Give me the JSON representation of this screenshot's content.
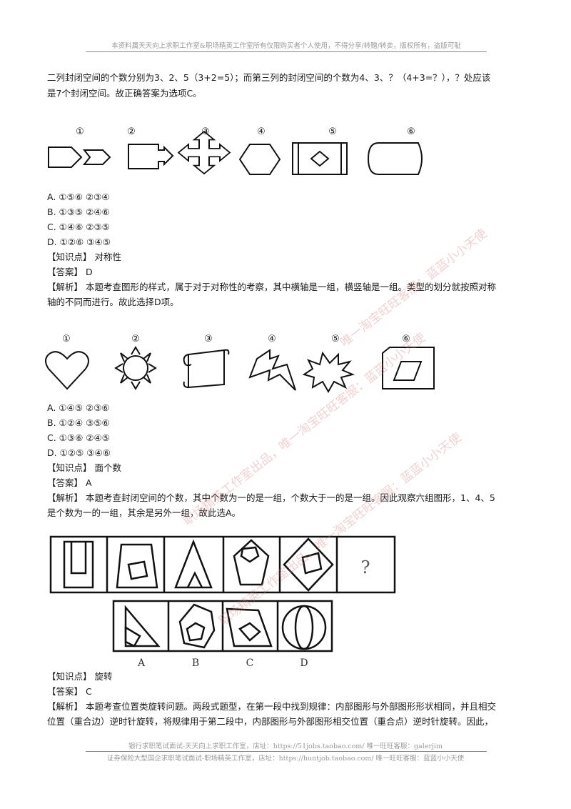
{
  "header": {
    "notice": "本资料属天天向上求职工作室&职场精英工作室所有仅限购买者个人使用，不得分享/转赠/转卖，版权所有，盗版可耻"
  },
  "intro": {
    "line1": "二列封闭空间的个数分别为3、2、5（3+2=5）；而第三列的封闭空间的个数为4、3、？（4+3=？），？处应该",
    "line2": "是7个封闭空间。故正确答案为选项C。"
  },
  "q1": {
    "figure_numbers": [
      "①",
      "②",
      "③",
      "④",
      "⑤",
      "⑥"
    ],
    "options": [
      "A. ①⑤⑥ ②③④",
      "B. ①③⑤ ②④⑥",
      "C. ①④⑥ ②③⑤",
      "D. ①②⑥ ③④⑤"
    ],
    "knowledge_label": "【知识点】",
    "knowledge_value": "对称性",
    "answer_label": "【答案】",
    "answer_value": "D",
    "analysis_label": "【解析】",
    "analysis_line1": "本题考查图形的样式，属于对于对称性的考察，其中横轴是一组，横竖轴是一组。类型的划分就按照对称",
    "analysis_line2": "轴的不同而进行。故此选择D项。"
  },
  "q2": {
    "figure_numbers": [
      "①",
      "②",
      "③",
      "④",
      "⑤",
      "⑥"
    ],
    "options": [
      "A. ①④⑤ ②③⑥",
      "B. ①②④ ③⑤⑥",
      "C. ①③⑥ ②④⑤",
      "D. ①②⑤ ③④⑥"
    ],
    "knowledge_label": "【知识点】",
    "knowledge_value": "面个数",
    "answer_label": "【答案】",
    "answer_value": "A",
    "analysis_label": "【解析】",
    "analysis_line1": "本题考查封闭空间的个数，其中个数为一的是一组，个数大于一的是一组。因此观察六组图形，1、4、5",
    "analysis_line2": "是个数为一的一组，其余是另外一组，故此选A。"
  },
  "q3": {
    "question_mark": "?",
    "option_letters": [
      "A",
      "B",
      "C",
      "D"
    ],
    "knowledge_label": "【知识点】",
    "knowledge_value": "旋转",
    "answer_label": "【答案】",
    "answer_value": "C",
    "analysis_label": "【解析】",
    "analysis_line1": "本题考查位置类旋转问题。两段式题型，在第一段中找到规律：内部图形与外部图形形状相同，并且相交",
    "analysis_line2": "位置（重合边）逆时针旋转，将规律用于第二段中，内部图形与外部图形相交位置（重合点）逆时针旋转。因此，"
  },
  "footer": {
    "line1": "银行求职笔试面试-天天向上求职工作室，店址：https://51jobs.taobao.com/ 唯一旺旺客服：galerjim",
    "line2": "证券保险大型国企求职笔试面试-职场精英工作室，店址：https://huntjob.taobao.com/ 唯一旺旺客服：蓝蓝小小天使"
  },
  "watermarks": [
    "唯一淘宝旺旺客服：蓝蓝小小天使",
    "职场精英工作室出品，唯一淘宝旺旺客服：蓝蓝小小天使",
    "职场精英工作室出品，唯一淘宝旺旺客服：蓝蓝小小天使"
  ]
}
